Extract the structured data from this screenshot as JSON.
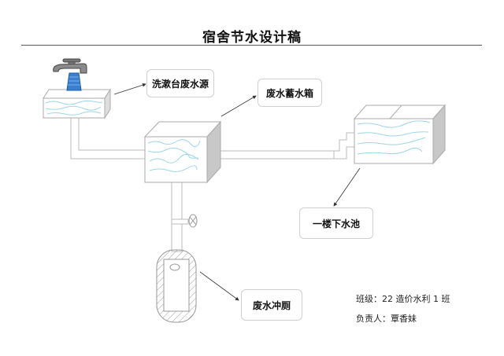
{
  "title": "宿舍节水设计稿",
  "callouts": {
    "washbasin_source": "洗漱台废水源",
    "storage_tank": "废水蓄水箱",
    "ground_floor_pool": "一楼下水池",
    "toilet_flush": "废水冲厕"
  },
  "info": {
    "class_label": "班级：22 造价水利 1 班",
    "owner_label": "负责人：覃香妹"
  },
  "colors": {
    "water_wave": "#9fd6e6",
    "tap_water": "#3a7fd0",
    "box_side": "#c8c8c8",
    "outline": "#bdbdbd"
  }
}
